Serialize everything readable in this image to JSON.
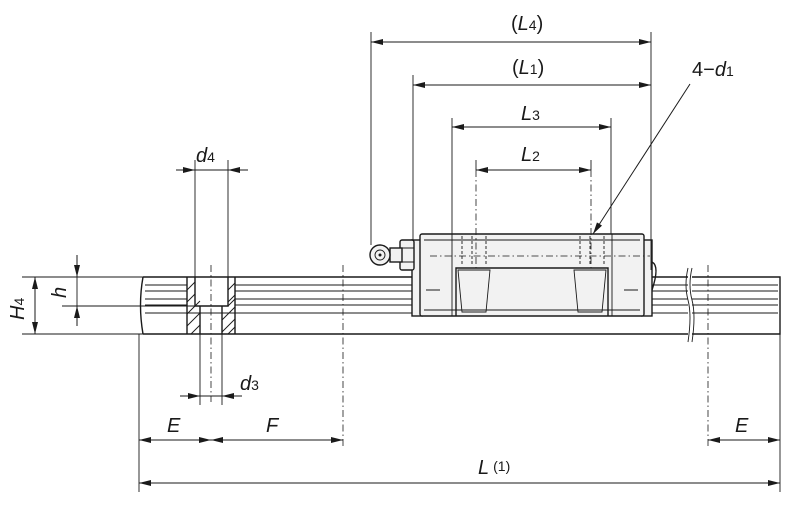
{
  "labels": {
    "L4": {
      "open": "(",
      "main": "L",
      "sub": "4",
      "close": ")"
    },
    "L1": {
      "open": "(",
      "main": "L",
      "sub": "1",
      "close": ")"
    },
    "d1": {
      "prefix": "4−",
      "main": "d",
      "sub": "1"
    },
    "L3": {
      "main": "L",
      "sub": "3"
    },
    "L2": {
      "main": "L",
      "sub": "2"
    },
    "d4": {
      "main": "d",
      "sub": "4"
    },
    "H4": {
      "main": "H",
      "sub": "4"
    },
    "h": {
      "main": "h"
    },
    "d3": {
      "main": "d",
      "sub": "3"
    },
    "E_left": {
      "main": "E"
    },
    "F": {
      "main": "F"
    },
    "E_right": {
      "main": "E"
    },
    "L": {
      "main": "L",
      "note": "(1)"
    }
  },
  "colors": {
    "line": "#1a1a1a",
    "fill": "#f2f2f2",
    "background": "#ffffff"
  }
}
